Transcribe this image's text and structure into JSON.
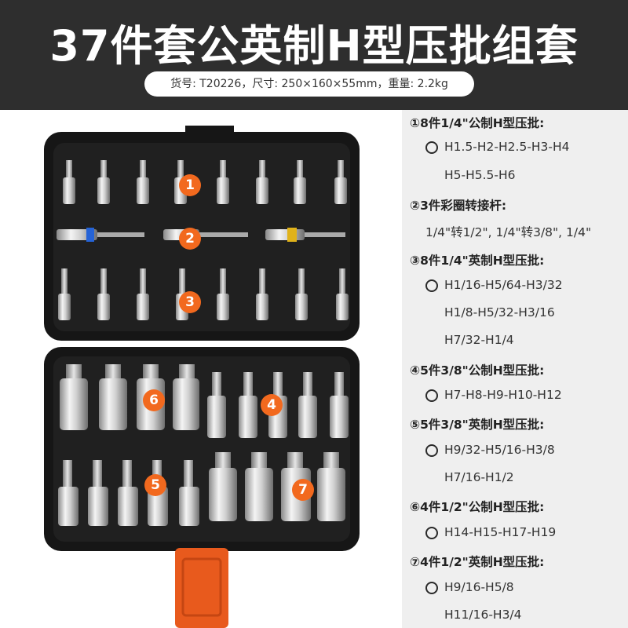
{
  "header": {
    "title": "37件套公英制H型压批组套",
    "spec": "货号: T20226，尺寸: 250×160×55mm，重量: 2.2kg"
  },
  "markers": [
    "1",
    "2",
    "3",
    "4",
    "5",
    "6",
    "7"
  ],
  "groups": [
    {
      "heading": "①8件1/4\"公制H型压批:",
      "items": [
        "H1.5-H2-H2.5-H3-H4",
        "H5-H5.5-H6"
      ]
    },
    {
      "heading": "②3件彩圈转接杆:",
      "items": [
        "1/4\"转1/2\", 1/4\"转3/8\", 1/4\""
      ]
    },
    {
      "heading": "③8件1/4\"英制H型压批:",
      "items": [
        "H1/16-H5/64-H3/32",
        "H1/8-H5/32-H3/16",
        "H7/32-H1/4"
      ]
    },
    {
      "heading": "④5件3/8\"公制H型压批:",
      "items": [
        "H7-H8-H9-H10-H12"
      ]
    },
    {
      "heading": "⑤5件3/8\"英制H型压批:",
      "items": [
        "H9/32-H5/16-H3/8",
        "H7/16-H1/2"
      ]
    },
    {
      "heading": "⑥4件1/2\"公制H型压批:",
      "items": [
        "H14-H15-H17-H19"
      ]
    },
    {
      "heading": "⑦4件1/2\"英制H型压批:",
      "items": [
        "H9/16-H5/8",
        "H11/16-H3/4"
      ]
    }
  ],
  "colors": {
    "header_bg": "#2e2e2e",
    "accent": "#f2691e",
    "panel_bg": "#efefef",
    "case": "#1a1a1a"
  }
}
